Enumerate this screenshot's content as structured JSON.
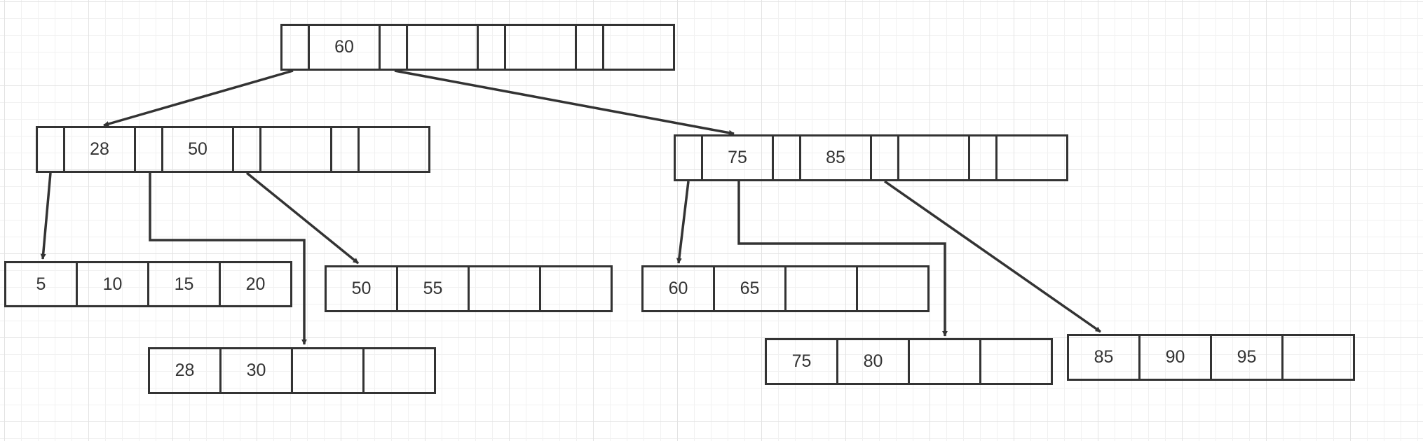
{
  "tree": {
    "root": {
      "keys": [
        "60",
        "",
        "",
        ""
      ]
    },
    "internal_left": {
      "keys": [
        "28",
        "50",
        "",
        ""
      ]
    },
    "internal_right": {
      "keys": [
        "75",
        "85",
        "",
        ""
      ]
    },
    "leaves": [
      {
        "keys": [
          "5",
          "10",
          "15",
          "20"
        ]
      },
      {
        "keys": [
          "28",
          "30",
          "",
          ""
        ]
      },
      {
        "keys": [
          "50",
          "55",
          "",
          ""
        ]
      },
      {
        "keys": [
          "60",
          "65",
          "",
          ""
        ]
      },
      {
        "keys": [
          "75",
          "80",
          "",
          ""
        ]
      },
      {
        "keys": [
          "85",
          "90",
          "95",
          ""
        ]
      }
    ]
  }
}
